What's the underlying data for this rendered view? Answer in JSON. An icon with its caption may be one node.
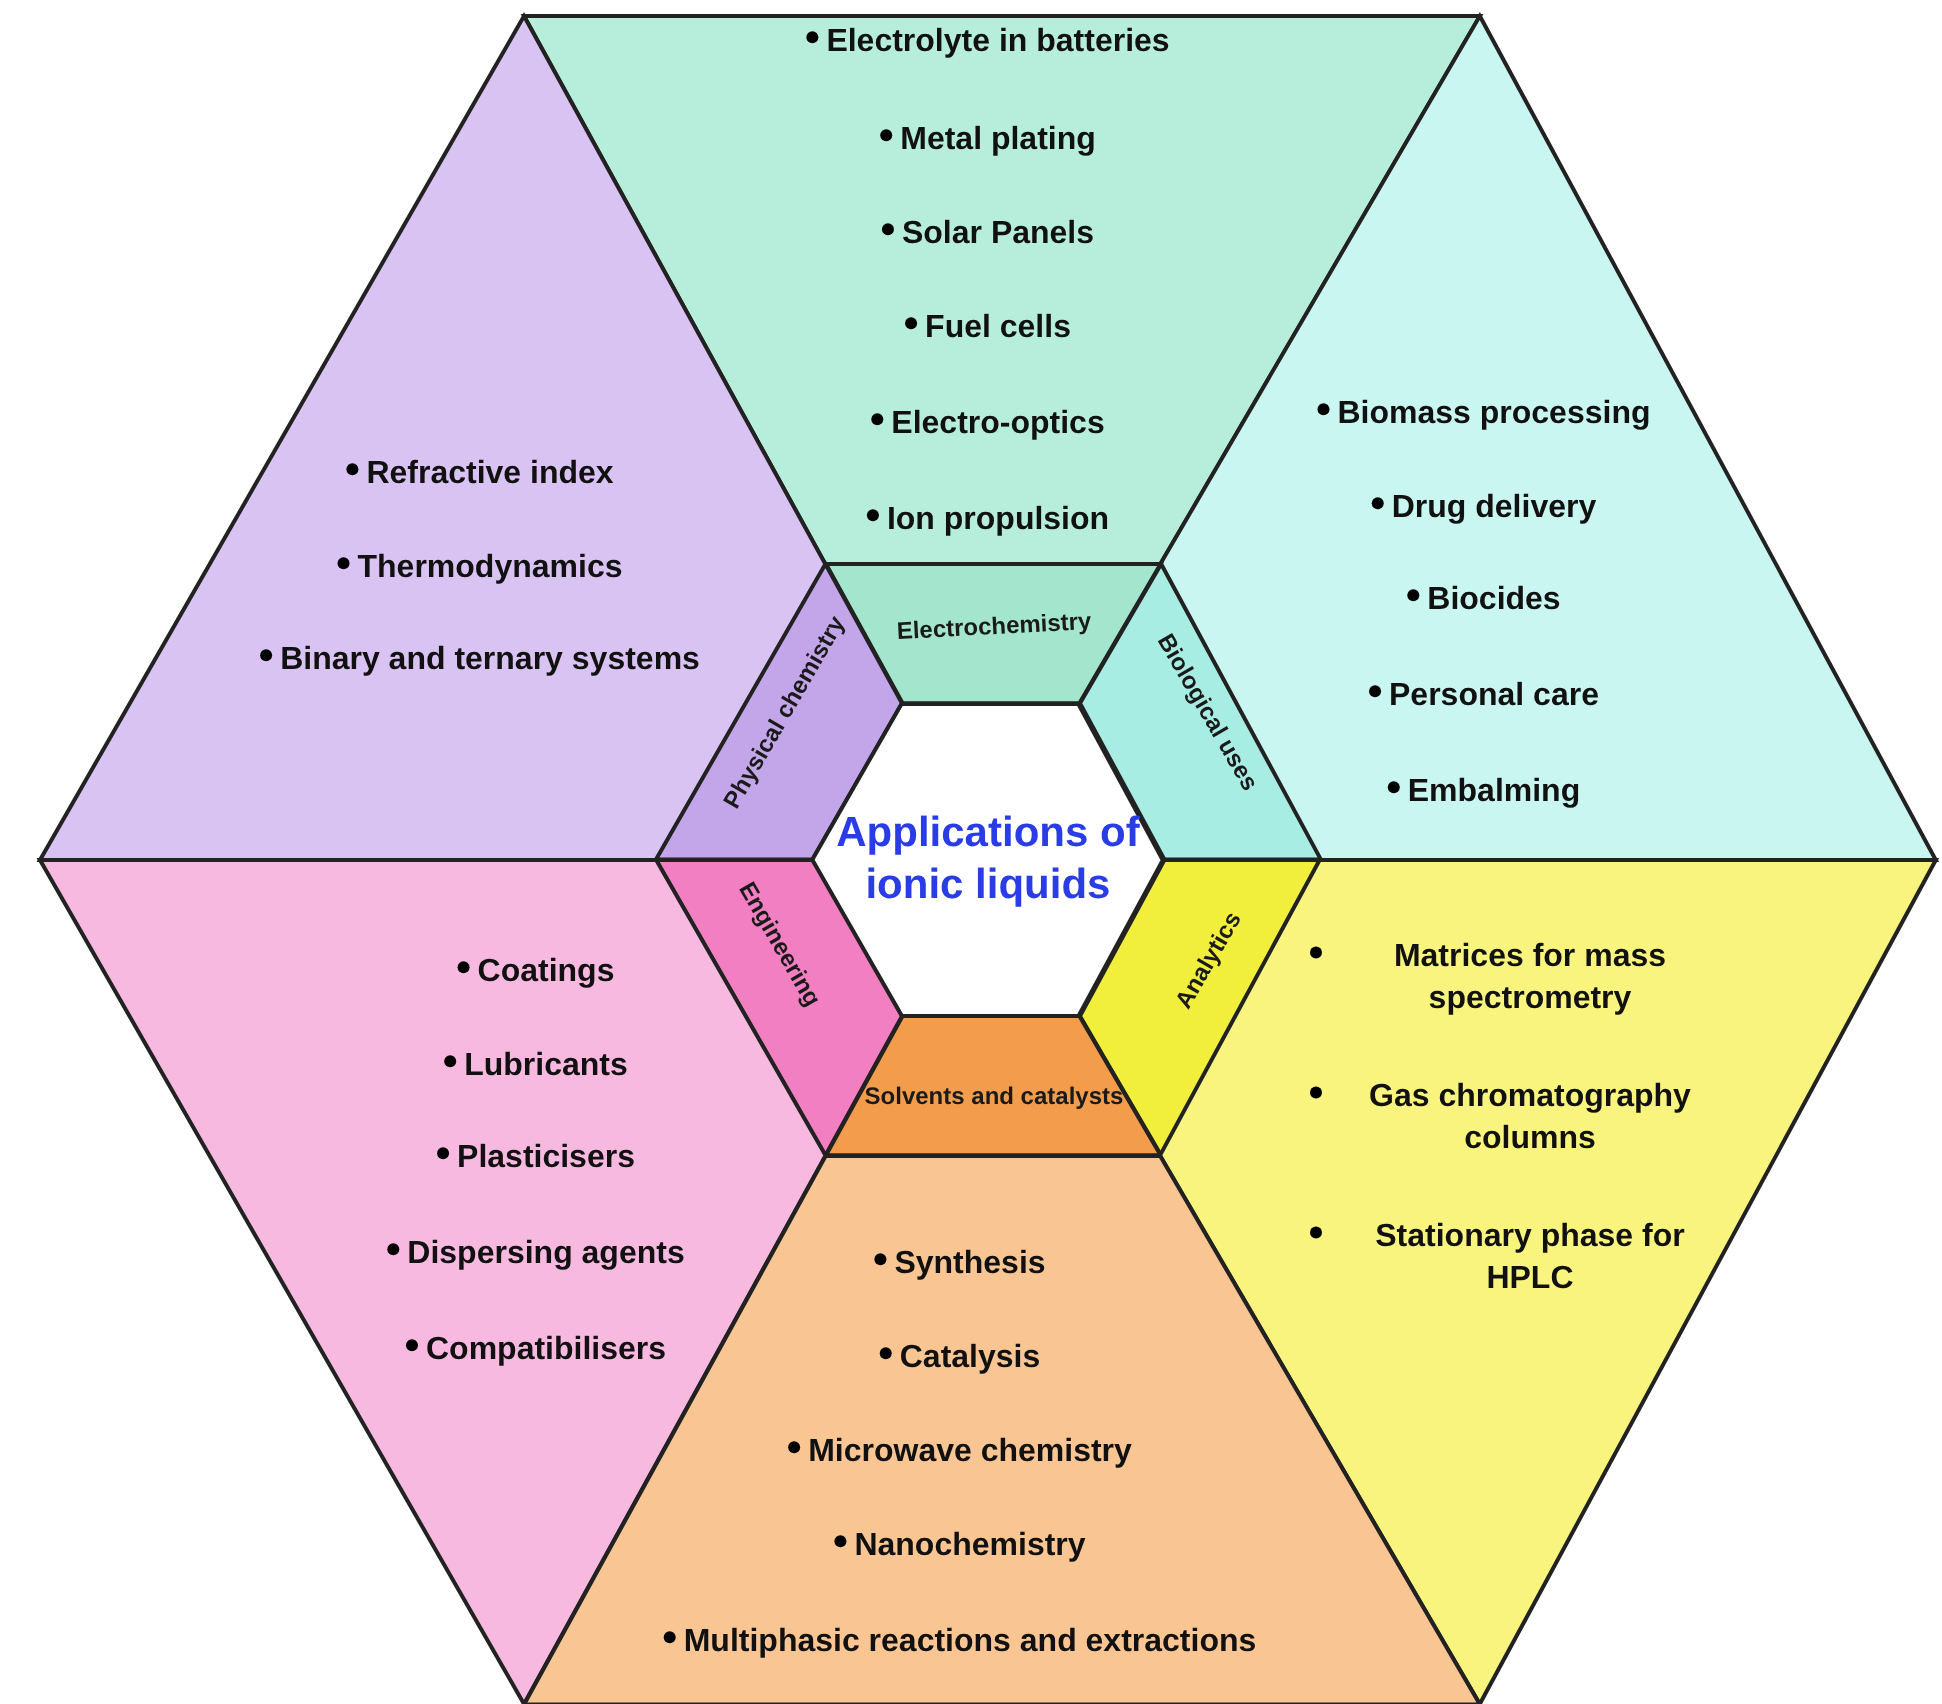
{
  "diagram": {
    "nodes": [
      {
        "text": [
          "Electrolyte in batteries",
          "Metal plating",
          "Solar Panels",
          "Fuel cells",
          "Electro-optics",
          "Ion propulsion"
        ]
      },
      {
        "text": [
          "Refractive index",
          "Thermodynamics",
          "Binary and ternary systems"
        ]
      },
      {
        "text": [
          "Biomass processing",
          "Drug delivery",
          "Biocides",
          "Personal care",
          "Embalming"
        ]
      },
      {
        "text": [
          "Electrochemistry"
        ]
      },
      {
        "text": [
          "Physical chemistry"
        ]
      },
      {
        "text": [
          "Biological uses"
        ]
      },
      {
        "text": [
          "Applications of ionic liquids"
        ]
      },
      {
        "text": [
          "Engineering"
        ]
      },
      {
        "text": [
          "Analytics"
        ]
      },
      {
        "text": [
          "Solvents and catalysts"
        ]
      },
      {
        "text": [
          "Coatings",
          "Lubricants",
          "Plasticisers",
          "Dispersing agents",
          "Compatibilisers"
        ]
      },
      {
        "text": [
          "Matrices for mass spectrometry",
          "Gas chromatography columns",
          "Stationary phase for HPLC"
        ]
      },
      {
        "text": [
          "Synthesis",
          "Catalysis",
          "Microwave chemistry",
          "Nanochemistry",
          "Multiphasic reactions and extractions"
        ]
      }
    ]
  }
}
